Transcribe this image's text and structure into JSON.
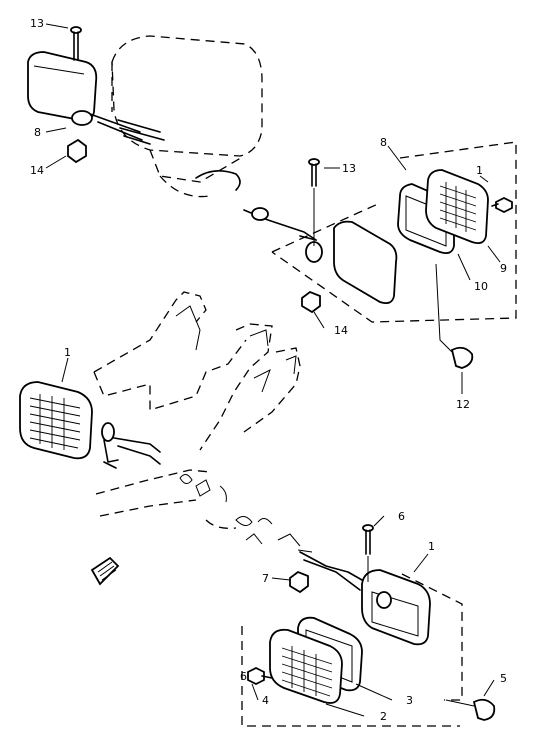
{
  "callouts": {
    "c13_top": "13",
    "c8_left": "8",
    "c14_left": "14",
    "c8_group": "8",
    "c13_mid": "13",
    "c1_top": "1",
    "c9": "9",
    "c10": "10",
    "c14_mid": "14",
    "c12": "12",
    "c1_left": "1",
    "c6": "6",
    "c1_bottom": "1",
    "c7": "7",
    "c5": "5",
    "c6_bottom": "6",
    "c4": "4",
    "c3": "3",
    "c2": "2"
  }
}
